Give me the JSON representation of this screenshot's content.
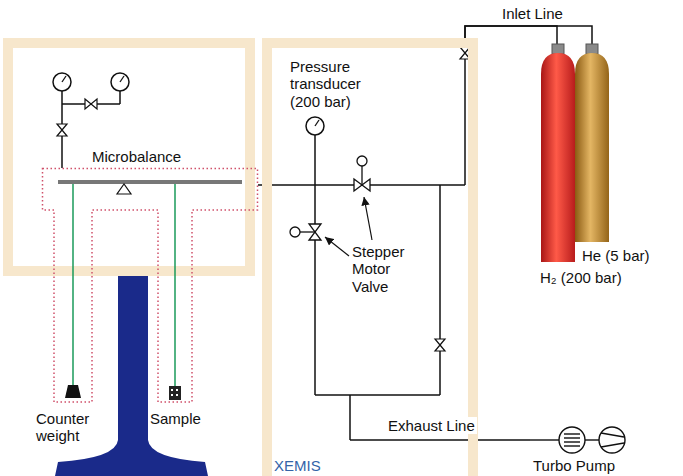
{
  "diagram": {
    "nodes": [
      {
        "text": [
          "Microbalance"
        ]
      },
      {
        "text": [
          "XEMIS"
        ]
      },
      {
        "text": [
          "Pressure transducer (200 bar)"
        ],
        "in": 1
      },
      {
        "text": [
          "H₂ (200 bar)"
        ]
      },
      {
        "text": [
          "He (5 bar)"
        ]
      },
      {
        "text": [
          "Turbo Pump"
        ]
      }
    ],
    "edges": [
      {
        "from": 0,
        "to": 1,
        "arrow": "none"
      },
      {
        "from": 3,
        "to": 1,
        "label": "Inlet Line",
        "arrow": "none"
      },
      {
        "from": 4,
        "to": 1,
        "arrow": "none"
      },
      {
        "from": 1,
        "to": 5,
        "label": "Exhaust Line",
        "arrow": "none"
      }
    ],
    "labels": [
      "Stepper Motor Valve",
      "Counter weight",
      "Sample"
    ]
  }
}
